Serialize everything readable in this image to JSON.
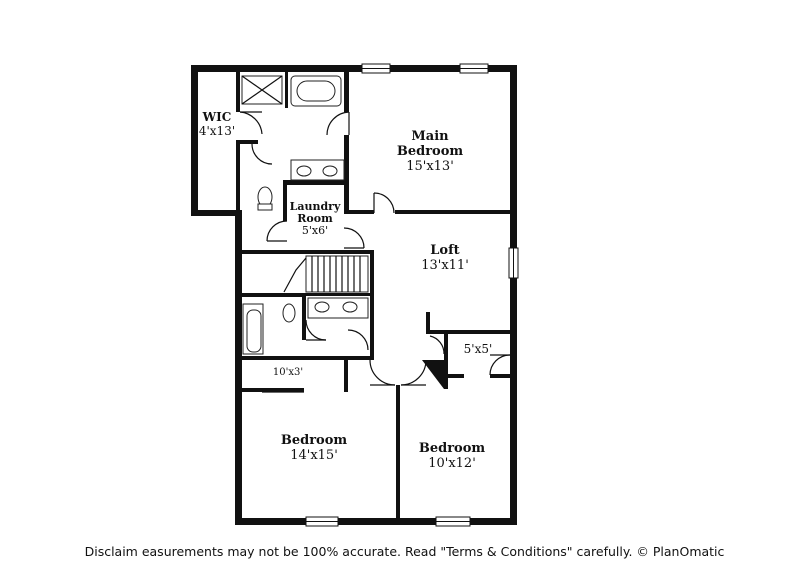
{
  "rooms": {
    "wic": {
      "name": "WIC",
      "dims": "4'x13'"
    },
    "main_bedroom": {
      "name_line1": "Main",
      "name_line2": "Bedroom",
      "dims": "15'x13'"
    },
    "laundry": {
      "name_line1": "Laundry",
      "name_line2": "Room",
      "dims": "5'x6'"
    },
    "loft": {
      "name": "Loft",
      "dims": "13'x11'"
    },
    "closet_small": {
      "dims": "5'x5'"
    },
    "closet_hall": {
      "dims": "10'x3'"
    },
    "bedroom_left": {
      "name": "Bedroom",
      "dims": "14'x15'"
    },
    "bedroom_right": {
      "name": "Bedroom",
      "dims": "10'x12'"
    }
  },
  "footer": {
    "disclaimer": "Disclaim     easurements may not be 100% accurate. Read \"Terms & Conditions\" carefully. © PlanOmatic"
  },
  "colors": {
    "wall": "#111111",
    "background": "#ffffff"
  }
}
